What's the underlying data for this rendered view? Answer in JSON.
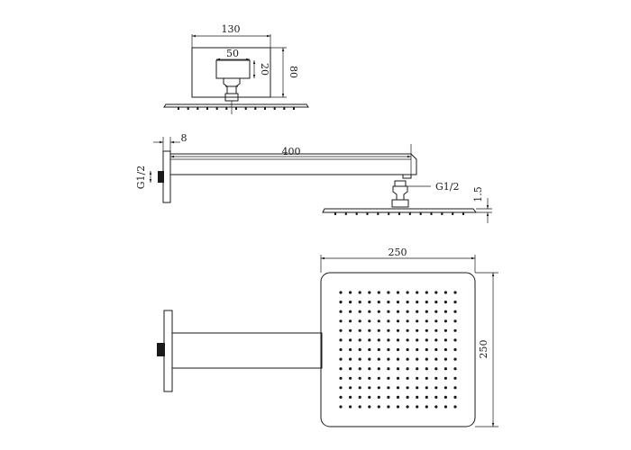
{
  "dimensions": {
    "plate_width": "130",
    "block_width": "50",
    "block_height": "20",
    "plate_height": "80",
    "wall_flange": "8",
    "arm_length": "400",
    "inlet_thread_left": "G1/2",
    "inlet_thread_right": "G1/2",
    "head_thickness": "1.5",
    "head_width": "250",
    "head_height": "250"
  },
  "nozzle_grid": {
    "rows": 13,
    "cols": 13
  },
  "colors": {
    "line": "#1a1a1a",
    "background": "#ffffff"
  }
}
